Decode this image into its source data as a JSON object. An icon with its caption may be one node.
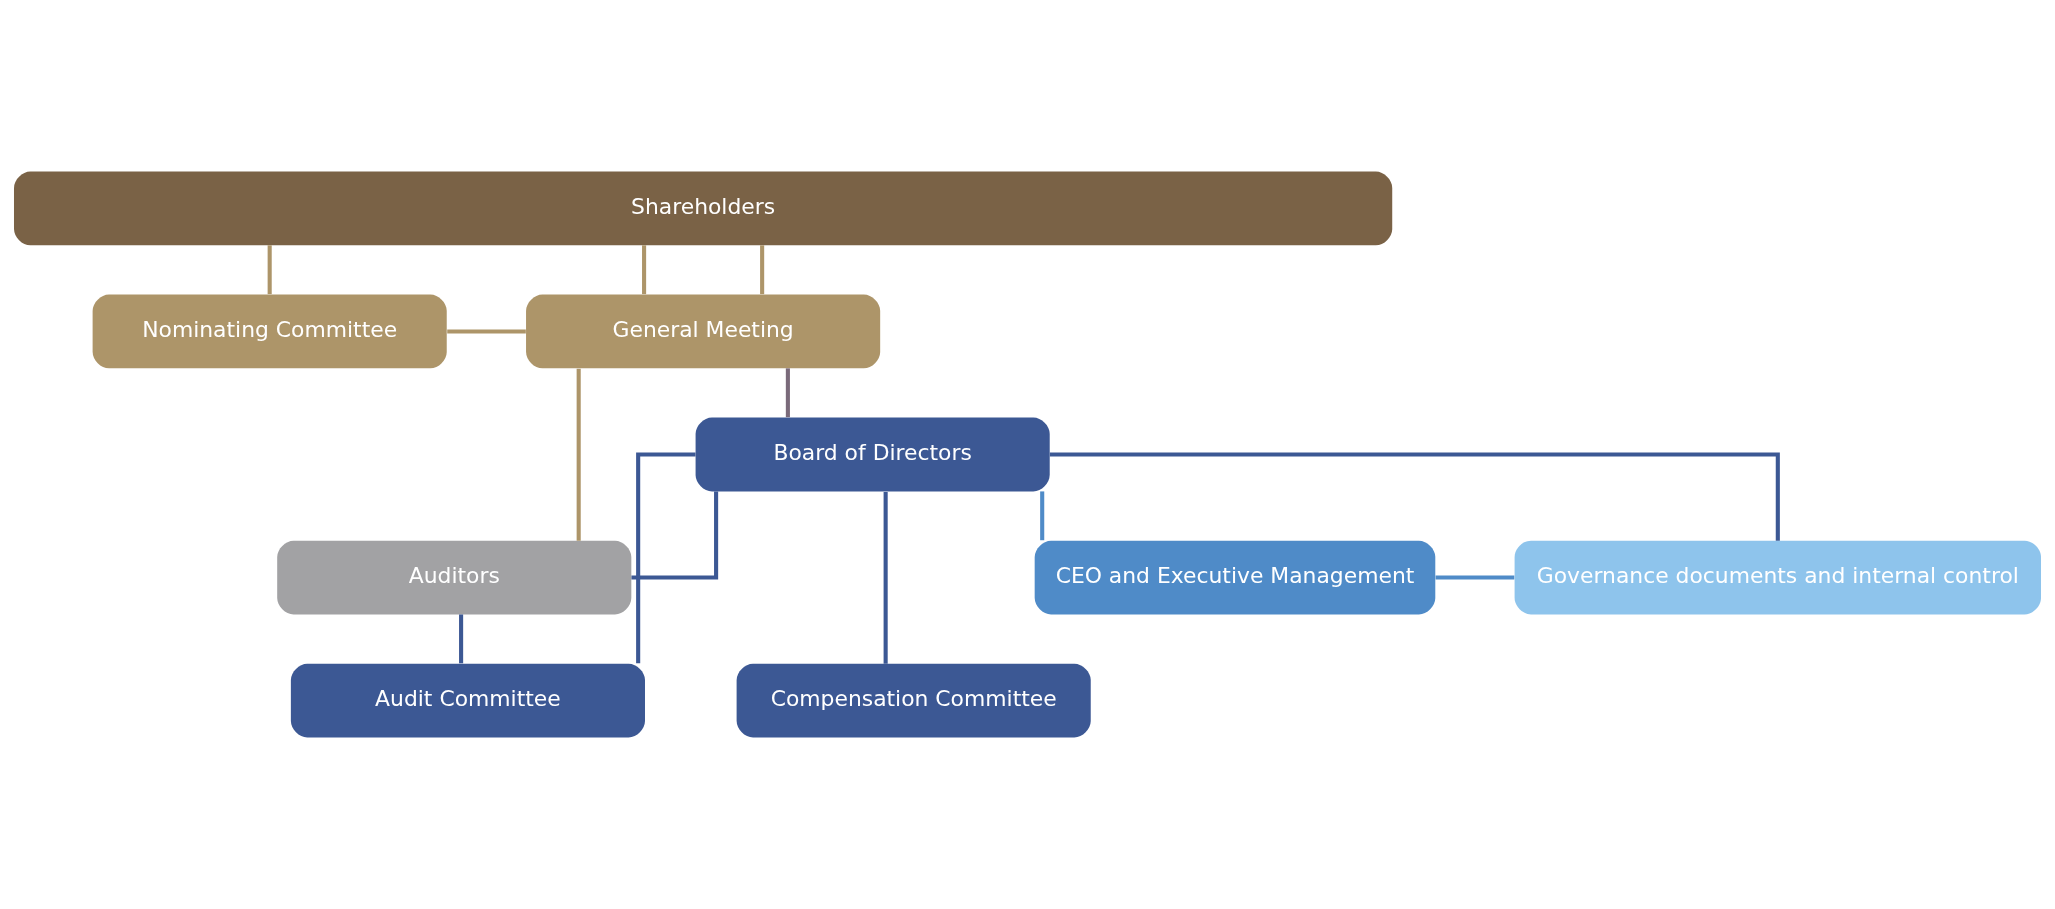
{
  "diagram": {
    "nodes": [
      {
        "text": [
          "Shareholders"
        ]
      },
      {
        "text": [
          "Nominating Committee"
        ]
      },
      {
        "text": [
          "General Meeting"
        ]
      },
      {
        "text": [
          "Auditors"
        ]
      },
      {
        "text": [
          "Board of Directors"
        ]
      },
      {
        "text": [
          "Compensation Committee"
        ]
      },
      {
        "text": [
          "Audit Committee"
        ]
      },
      {
        "text": [
          "CEO and Executive Management"
        ]
      },
      {
        "text": [
          "Governance documents and internal control"
        ]
      }
    ],
    "edges": [
      {
        "from": 0,
        "to": 1,
        "arrow": "none",
        "color": "#ad9569"
      },
      {
        "from": 0,
        "to": 2,
        "arrow": "none",
        "color": "#ad9569"
      },
      {
        "from": 0,
        "to": 2,
        "arrow": "none",
        "color": "#ad9569"
      },
      {
        "from": 1,
        "to": 2,
        "arrow": "none",
        "color": "#ad9569"
      },
      {
        "from": 2,
        "to": 3,
        "arrow": "none",
        "color": "#ad9569"
      },
      {
        "from": 2,
        "to": 4,
        "arrow": "none",
        "color": "#7a6a7a"
      },
      {
        "from": 4,
        "to": 3,
        "arrow": "none",
        "color": "#3c5894"
      },
      {
        "from": 3,
        "to": 6,
        "arrow": "none",
        "color": "#3c5894"
      },
      {
        "from": 4,
        "to": 5,
        "arrow": "none",
        "color": "#3c5894"
      },
      {
        "from": 4,
        "to": 6,
        "arrow": "none",
        "color": "#3c5894"
      },
      {
        "from": 4,
        "to": 7,
        "arrow": "none",
        "color": "#4f8bc8"
      },
      {
        "from": 4,
        "to": 8,
        "arrow": "none",
        "color": "#3c5894"
      },
      {
        "from": 7,
        "to": 8,
        "arrow": "none",
        "color": "#4f8bc8"
      }
    ]
  }
}
